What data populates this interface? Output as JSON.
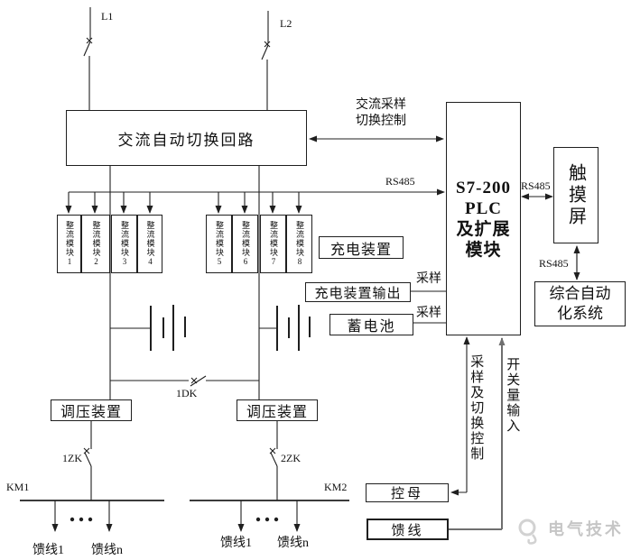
{
  "sources": {
    "l1": "L1",
    "l2": "L2"
  },
  "ac_box": {
    "label": "交流自动切换回路"
  },
  "ac_plc_link": {
    "line1": "交流采样",
    "line2": "切换控制"
  },
  "feed_link": {
    "rs485": "RS485"
  },
  "modules": [
    "整流模块1",
    "整流模块2",
    "整流模块3",
    "整流模块4",
    "整流模块5",
    "整流模块6",
    "整流模块7",
    "整流模块8"
  ],
  "plc": {
    "lines": [
      "S7-200",
      "PLC",
      "及扩展",
      "模块"
    ]
  },
  "touch": {
    "label": "触摸屏"
  },
  "plc_touch_link": {
    "rs485": "RS485"
  },
  "touch_automation_link": {
    "rs485": "RS485"
  },
  "automation": {
    "lines": [
      "综合自动",
      "化系统"
    ]
  },
  "charger": {
    "label": "充电装置"
  },
  "charger_output": {
    "label": "充电装置输出",
    "link": "采样"
  },
  "battery": {
    "label": "蓄电池",
    "link": "采样"
  },
  "regulators": {
    "left": "调压装置",
    "right": "调压装置"
  },
  "control_bus": {
    "label": "控母",
    "link": "采样及切换控制"
  },
  "feeder": {
    "label": "馈线",
    "link": "开关量输入"
  },
  "switches": {
    "dk1": "1DK",
    "zk1": "1ZK",
    "zk2": "2ZK",
    "km1": "KM1",
    "km2": "KM2"
  },
  "feeders_bottom": {
    "left_first": "馈线1",
    "left_last": "馈线n",
    "right_first": "馈线1",
    "right_last": "馈线n"
  },
  "watermark": {
    "brand": "电气技术"
  },
  "colors": {
    "line": "#1f1f1f",
    "gray_line": "#6f6f6f",
    "watermark": "#c6c6c6"
  }
}
